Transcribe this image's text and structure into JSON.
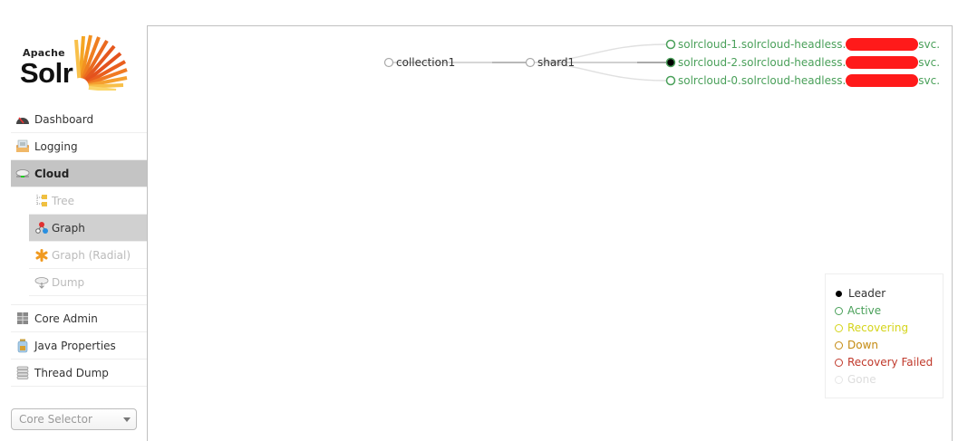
{
  "logo": {
    "line1": "Apache",
    "line2": "Solr"
  },
  "sidebar": {
    "items": [
      {
        "label": "Dashboard",
        "icon": "dashboard-icon",
        "active": false
      },
      {
        "label": "Logging",
        "icon": "logging-icon",
        "active": false
      },
      {
        "label": "Cloud",
        "icon": "cloud-icon",
        "active": true
      }
    ],
    "cloud_sub": [
      {
        "label": "Tree",
        "icon": "tree-icon",
        "active": false
      },
      {
        "label": "Graph",
        "icon": "graph-icon",
        "active": true
      },
      {
        "label": "Graph (Radial)",
        "icon": "graph-radial-icon",
        "active": false
      },
      {
        "label": "Dump",
        "icon": "dump-icon",
        "active": false
      }
    ],
    "items_after": [
      {
        "label": "Core Admin",
        "icon": "core-admin-icon"
      },
      {
        "label": "Java Properties",
        "icon": "java-properties-icon"
      },
      {
        "label": "Thread Dump",
        "icon": "thread-dump-icon"
      }
    ],
    "core_selector": {
      "placeholder": "Core Selector"
    }
  },
  "graph": {
    "collection": {
      "label": "collection1"
    },
    "shard": {
      "label": "shard1"
    },
    "replicas": [
      {
        "prefix": "solrcloud-1.solrcloud-headless.",
        "suffix": "svc.",
        "state": "active",
        "leader": false
      },
      {
        "prefix": "solrcloud-2.solrcloud-headless.",
        "suffix": "svc.",
        "state": "active",
        "leader": true
      },
      {
        "prefix": "solrcloud-0.solrcloud-headless.",
        "suffix": "svc.",
        "state": "active",
        "leader": false
      }
    ]
  },
  "legend": {
    "items": [
      {
        "label": "Leader",
        "color": "#000000",
        "filled": true
      },
      {
        "label": "Active",
        "color": "#4aa05a",
        "filled": false
      },
      {
        "label": "Recovering",
        "color": "#d4d41a",
        "filled": false
      },
      {
        "label": "Down",
        "color": "#c48a10",
        "filled": false
      },
      {
        "label": "Recovery Failed",
        "color": "#c0392b",
        "filled": false
      },
      {
        "label": "Gone",
        "color": "#dddddd",
        "filled": false
      }
    ]
  },
  "colors": {
    "active": "#4aa05a",
    "edge": "#c8c8c8",
    "nav_active": "#c4c4c4"
  }
}
